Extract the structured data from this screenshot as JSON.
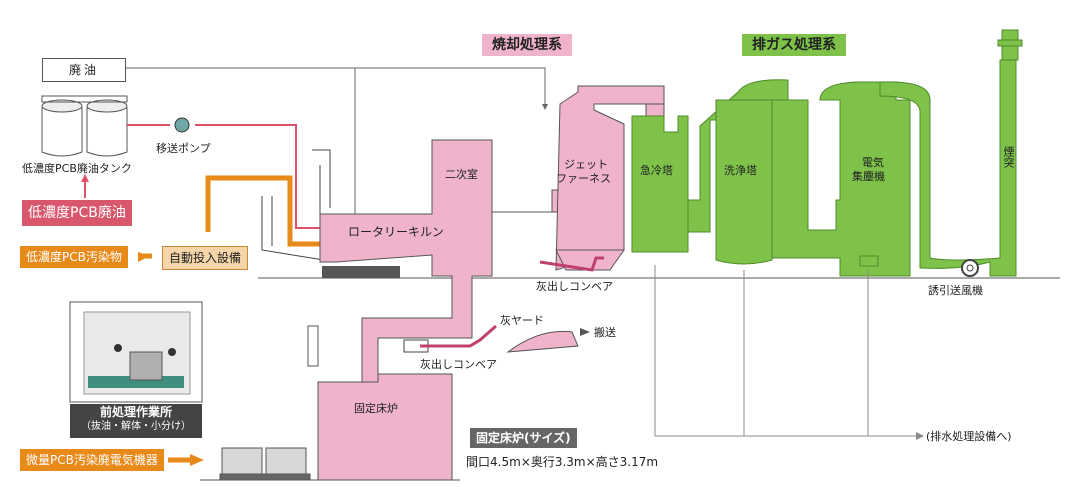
{
  "sections": {
    "incineration": "焼却処理系",
    "exhaust": "排ガス処理系"
  },
  "inputs": {
    "waste_oil": "廃油",
    "oil_tank": "低濃度PCB廃油タンク",
    "pump": "移送ポンプ",
    "low_pcb_oil": "低濃度PCB廃油",
    "low_pcb_contaminated": "低濃度PCB汚染物",
    "auto_feed": "自動投入設備",
    "trace_pcb_equipment": "微量PCB汚染廃電気機器"
  },
  "equipment": {
    "secondary_chamber": "二次室",
    "jet_furnace_line1": "ジェット",
    "jet_furnace_line2": "ファーネス",
    "rotary_kiln": "ロータリーキルン",
    "quench_tower": "急冷塔",
    "scrubber": "洗浄塔",
    "esp_line1": "電気",
    "esp_line2": "集塵機",
    "stack": "煙突",
    "ash_conveyor_upper": "灰出しコンベア",
    "ash_conveyor_lower": "灰出しコンベア",
    "ash_yard": "灰ヤード",
    "transport": "搬送",
    "induced_fan": "誘引送風機",
    "fixed_hearth": "固定床炉"
  },
  "pretreatment": {
    "title": "前処理作業所",
    "subtitle": "（抜油・解体・小分け）"
  },
  "fixed_hearth_size": {
    "title": "固定床炉(サイズ)",
    "dims": "間口4.5m×奥行3.3m×高さ3.17m"
  },
  "drain": "(排水処理設備へ)",
  "colors": {
    "incineration": "#f0b3cc",
    "exhaust": "#7ec24a",
    "exhaust_stroke": "#4e8a2a",
    "orange": "#e88a1a",
    "red": "#e0506a",
    "pcb_oil_box": "#d9576c"
  }
}
